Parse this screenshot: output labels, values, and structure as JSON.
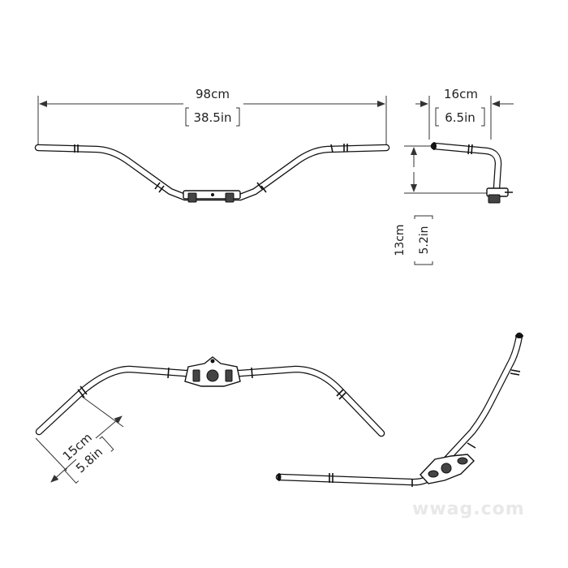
{
  "dimensions": {
    "width": {
      "metric": "98cm",
      "imperial": "38.5in"
    },
    "depth": {
      "metric": "16cm",
      "imperial": "6.5in"
    },
    "rise": {
      "metric": "13cm",
      "imperial": "5.2in"
    },
    "grip": {
      "metric": "15cm",
      "imperial": "5.8in"
    }
  },
  "watermark": {
    "text": "wwag.com"
  },
  "colors": {
    "line": "#111111",
    "dimension": "#333333",
    "background": "#ffffff",
    "watermark": "#e8e8e8"
  }
}
